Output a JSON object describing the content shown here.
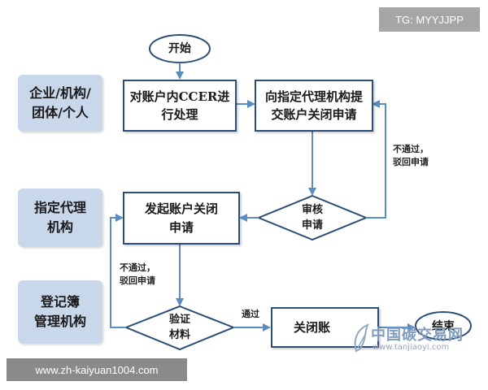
{
  "watermarks": {
    "top_right": "TG: MYYJJPP",
    "bottom_left": "www.zh-kaiyuan1004.com",
    "logo_main": "中国碳交易网",
    "logo_sub": "www.tanjiaoyi.com"
  },
  "roles": {
    "enterprise": "企业/机构/\n团体/个人",
    "agent": "指定代理\n机构",
    "registry": "登记簿\n管理机构"
  },
  "nodes": {
    "start": "开始",
    "process_ccer": "对账户内CCER进\n行处理",
    "submit_application": "向指定代理机构提\n交账户关闭申请",
    "initiate_closure": "发起账户关闭\n申请",
    "review": "审核\n申请",
    "verify": "验证\n材料",
    "close_account": "关闭账",
    "end": "结束"
  },
  "edge_labels": {
    "review_reject": "不通过，\n驳回申请",
    "verify_reject": "不通过，\n驳回申请",
    "verify_pass": "通过"
  },
  "colors": {
    "box_border": "#2c4d75",
    "arrow": "#5b8cc0",
    "role_fill": "#c9d7ea"
  }
}
